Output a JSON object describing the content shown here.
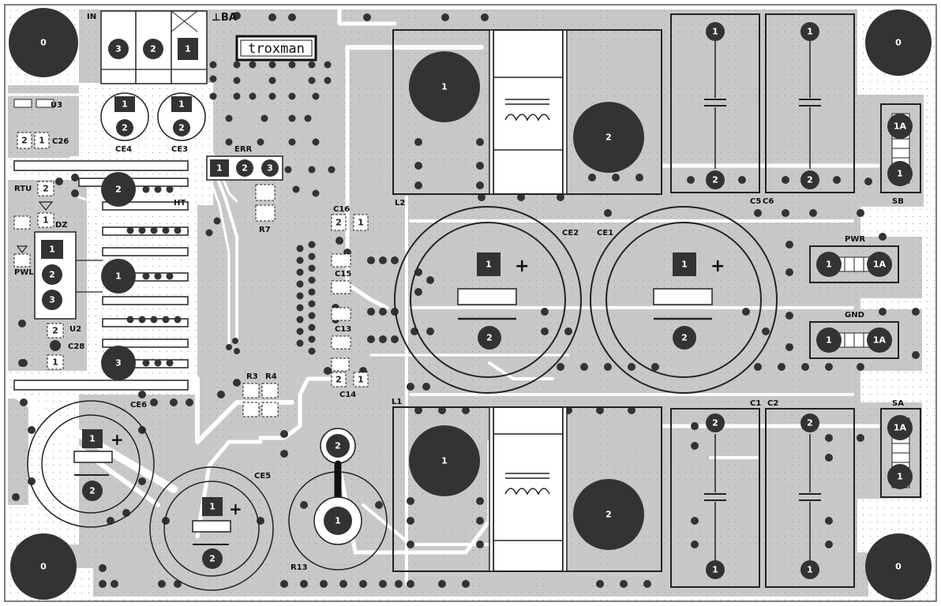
{
  "board": {
    "logo": "troxman",
    "colors": {
      "copper": "#c8c8c8",
      "background": "#ffffff",
      "pad": "#333333",
      "outline": "#111111",
      "silk_text": "#111111"
    }
  },
  "labels": {
    "in": "IN",
    "ba": "⊥BA",
    "u3": "U3",
    "c26": "C26",
    "ce4": "CE4",
    "ce3": "CE3",
    "err": "ERR",
    "rtu": "RTU",
    "dz": "DZ",
    "pwl": "PWL",
    "u2": "U2",
    "c28": "C28",
    "ht": "HT",
    "r7": "R7",
    "c16": "C16",
    "c15": "C15",
    "c13": "C13",
    "c14": "C14",
    "r3": "R3",
    "r4": "R4",
    "ce6": "CE6",
    "ce5": "CE5",
    "r13": "R13",
    "l2": "L2",
    "l1": "L1",
    "ce2": "CE2",
    "ce1": "CE1",
    "c5": "C5",
    "c6": "C6",
    "c1": "C1",
    "c2": "C2",
    "sb": "SB",
    "pwr": "PWR",
    "gnd": "GND",
    "sa": "SA"
  },
  "pins": {
    "p0": "0",
    "p1": "1",
    "p2": "2",
    "p3": "3",
    "p1a": "1A",
    "plus": "+"
  }
}
